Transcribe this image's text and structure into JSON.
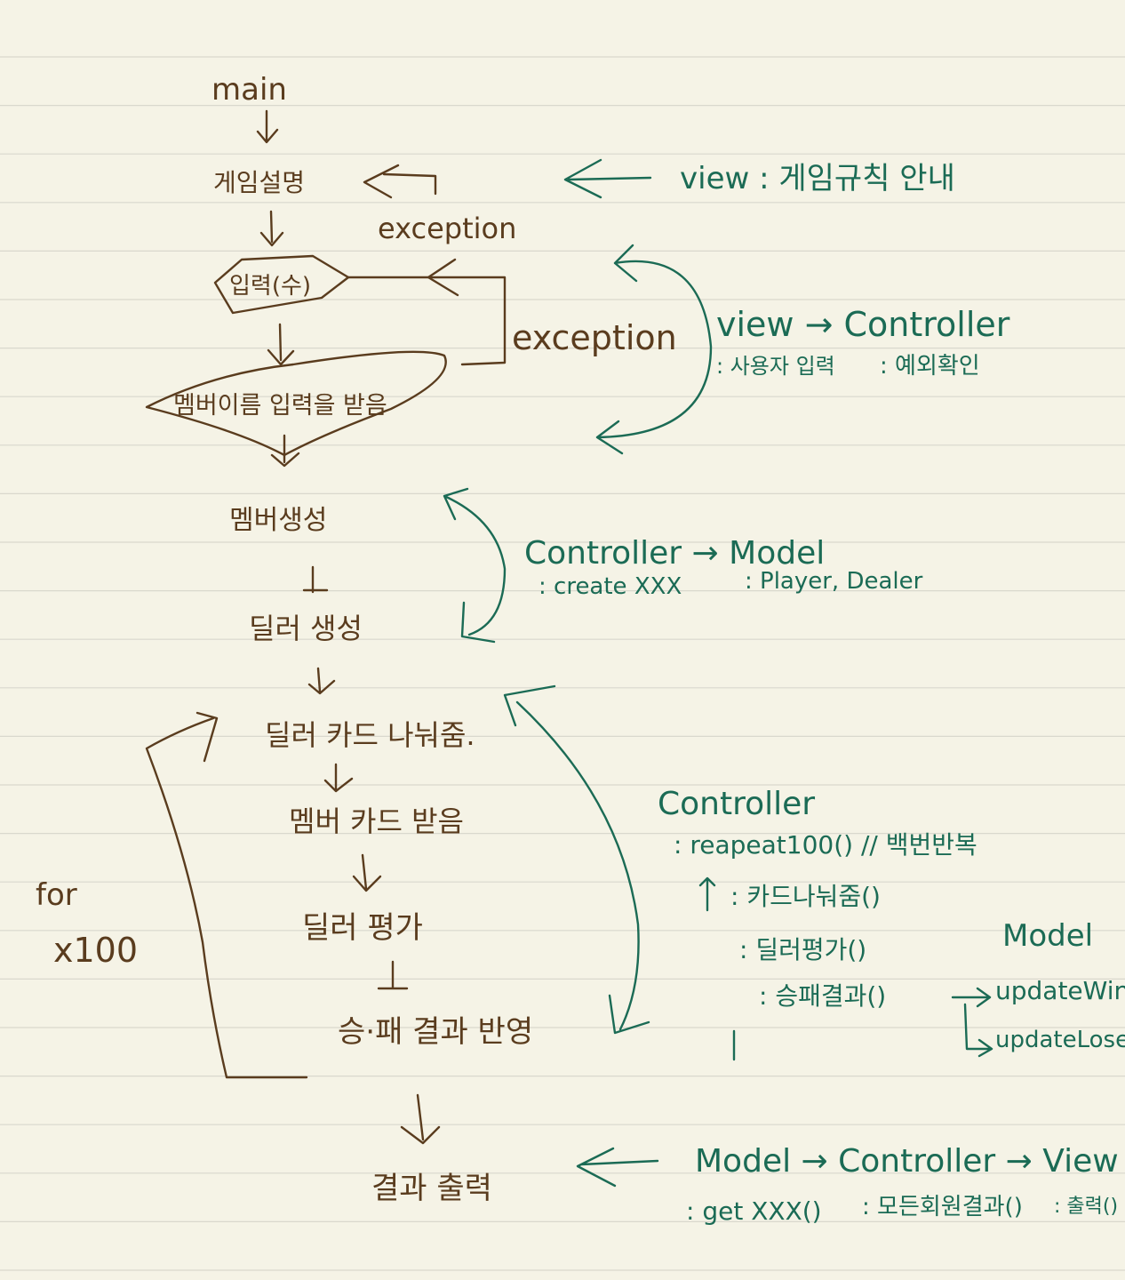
{
  "flow": {
    "main": "main",
    "game_intro": "게임설명",
    "exception_1": "exception",
    "input_number": "입력(수)",
    "exception_2": "exception",
    "member_names": "멤버이름 입력을 받음",
    "create_members": "멤버생성",
    "create_dealer": "딜러 생성",
    "deal_cards": "딜러 카드 나눠줌.",
    "member_receive_cards": "멤버 카드 받음",
    "dealer_evaluate": "딜러 평가",
    "win_lose_record": "승·패 결과 반영",
    "print_result": "결과 출력",
    "loop_label": "for",
    "loop_count": "x100"
  },
  "notes": {
    "view_intro": "view : 게임규칙 안내",
    "view_controller": "view → Controller",
    "view_controller_sub1": ": 사용자 입력",
    "view_controller_sub2": ": 예외확인",
    "controller_model": "Controller → Model",
    "controller_model_sub1": ": create XXX",
    "controller_model_sub2": ": Player, Dealer",
    "controller_title": "Controller",
    "repeat": ": reapeat100() // 백번반복",
    "fn_deal": ": 카드나눠줌()",
    "fn_eval": ": 딜러평가()",
    "fn_result": ": 승패결과()",
    "model_label": "Model",
    "update_win": "updateWin",
    "update_lose": "updateLose",
    "mcv": "Model → Controller → View",
    "mcv_sub1": ": get XXX()",
    "mcv_sub2": ": 모든회원결과()",
    "mcv_sub3": ": 출력()"
  },
  "colors": {
    "ink_brown": "#5a3c1e",
    "ink_green": "#1b6b55",
    "paper": "#f5f3e6",
    "rule": "#d9d8cd"
  }
}
